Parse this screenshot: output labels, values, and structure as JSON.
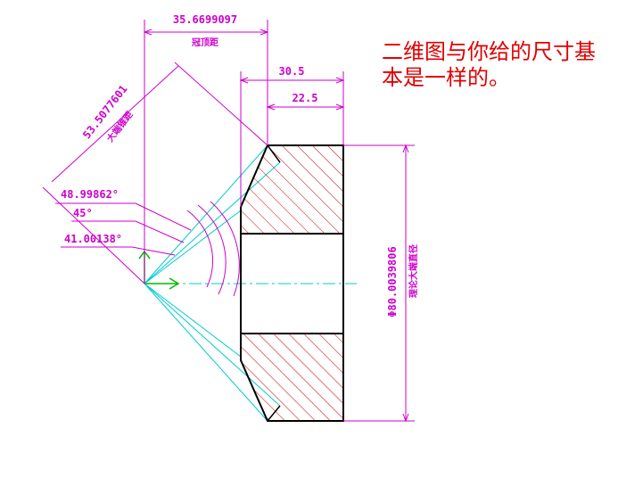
{
  "dimensions": {
    "crown_distance_value": "35.6699097",
    "crown_distance_label": "冠顶距",
    "cone_distance_value": "53.5077601",
    "cone_distance_label": "大端锥距",
    "width_outer": "30.5",
    "width_inner": "22.5",
    "angle_face": "48.99862°",
    "angle_pitch": "45°",
    "angle_root": "41.00138°",
    "diameter_value": "Φ80.0039806",
    "diameter_label": "理论大端直径"
  },
  "note": {
    "text": "二维图与你给的尺寸基本是一样的。"
  },
  "colors": {
    "dimension": "#cc00cc",
    "outline": "#000000",
    "hatch": "#cc0000",
    "construction": "#00cccc",
    "axis_x": "#00bb00",
    "note": "#e00000"
  }
}
